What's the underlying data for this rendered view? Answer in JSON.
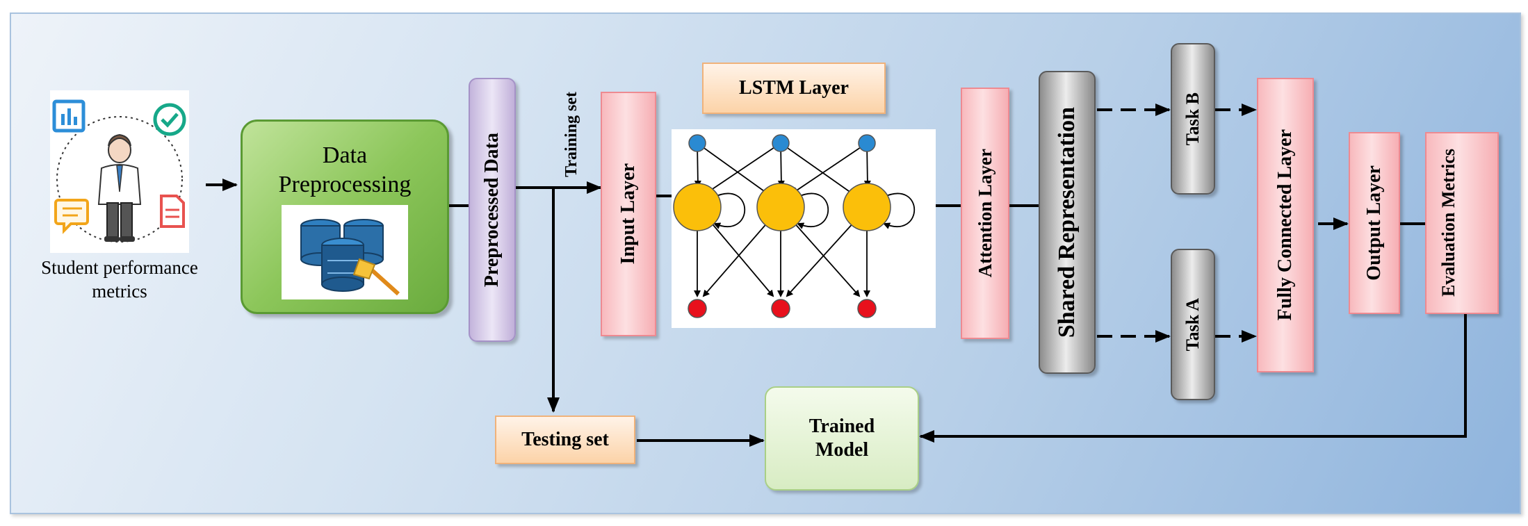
{
  "input": {
    "label": "Student performance metrics"
  },
  "preprocessing": {
    "title": "Data Preprocessing"
  },
  "preprocessed": {
    "label": "Preprocessed Data"
  },
  "split": {
    "training_label": "Training set",
    "testing_label": "Testing set"
  },
  "input_layer": {
    "label": "Input Layer"
  },
  "lstm": {
    "label": "LSTM Layer"
  },
  "attention": {
    "label": "Attention Layer"
  },
  "shared": {
    "label": "Shared Representation"
  },
  "task_b": {
    "label": "Task B"
  },
  "task_a": {
    "label": "Task A"
  },
  "fully_connected": {
    "label": "Fully Connected Layer"
  },
  "output_layer": {
    "label": "Output Layer"
  },
  "evaluation": {
    "label": "Evaluation Metrics"
  },
  "trained_model": {
    "label": "Trained Model"
  },
  "colors": {
    "lstm_hidden_node": "#fbbf0a",
    "lstm_input_node": "#2a8ad2",
    "lstm_output_node": "#e8101c",
    "preprocessing_green": "#8cc65a"
  },
  "icons": {
    "student": "student-avatar-icon",
    "chart": "bar-chart-icon",
    "check": "check-circle-icon",
    "chat": "chat-bubble-icon",
    "document": "document-icon",
    "database": "database-cleaning-icon"
  }
}
